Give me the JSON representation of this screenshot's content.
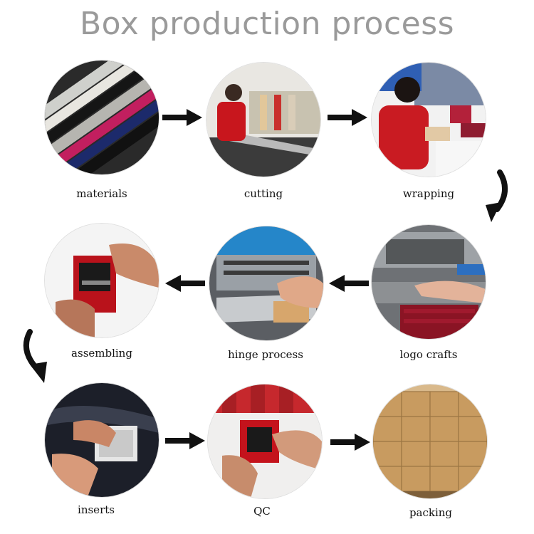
{
  "title": "Box production process",
  "steps": [
    {
      "label": "materials"
    },
    {
      "label": "cutting"
    },
    {
      "label": "wrapping"
    },
    {
      "label": "logo crafts"
    },
    {
      "label": "hinge process"
    },
    {
      "label": "assembling"
    },
    {
      "label": "inserts"
    },
    {
      "label": "QC"
    },
    {
      "label": "packing"
    }
  ]
}
